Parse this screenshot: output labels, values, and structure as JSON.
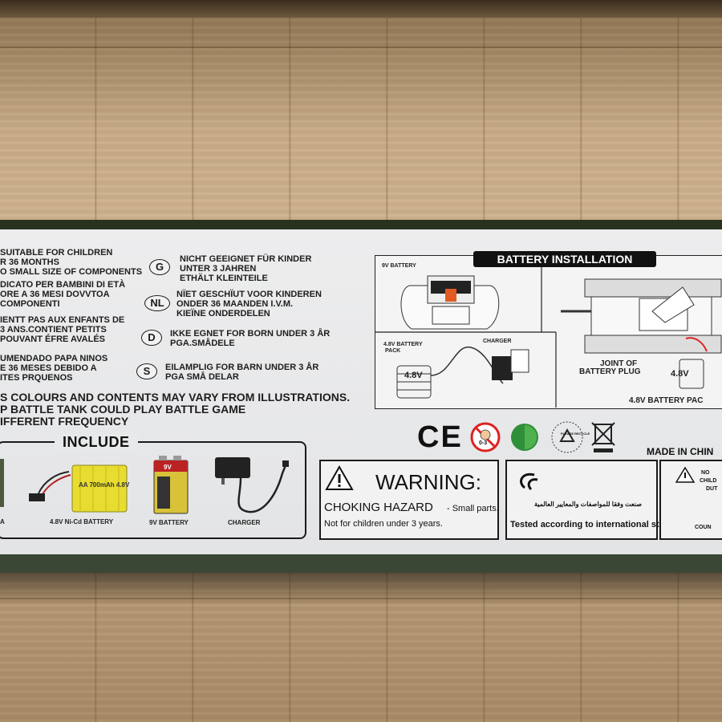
{
  "left_text": {
    "it_1": "SUITABLE FOR CHILDREN",
    "it_2": "R 36 MONTHS",
    "it_3": "O SMALL SIZE OF COMPONENTS",
    "it_4": "DICATO PER BAMBINI DI ETÀ",
    "it_5": "ORE A 36 MESI DOVVTOA",
    "it_6": "COMPONENTI",
    "fr_1": "IENTT PAS AUX ENFANTS DE",
    "fr_2": "3 ANS.CONTIENT PETITS",
    "fr_3": "POUVANT ÉFRE AVALÉS",
    "es_1": "UMENDADO PAPA NINOS",
    "es_2": "E 36 MESES DEBIDO A",
    "es_3": "ITES PRQUENOS"
  },
  "languages": [
    {
      "code": "G",
      "lines": [
        "NICHT GEEIGNET FÜR KINDER",
        "UNTER 3 JAHREN",
        "ETHÄLT KLEINTEILE"
      ]
    },
    {
      "code": "NL",
      "lines": [
        "NÏET GESCHÏUT VOOR KINDEREN",
        "ONDER 36 MAANDEN I.V.M.",
        "KIEÏNE ONDERDELEN"
      ]
    },
    {
      "code": "D",
      "lines": [
        "IKKE EGNET FOR BORN UNDER 3 ÅR",
        "PGA.SMÅDELE"
      ]
    },
    {
      "code": "S",
      "lines": [
        "EILAMPLIG FOR BARN UNDER 3 ÅR",
        "PGA SMÅ DELAR"
      ]
    }
  ],
  "notice": {
    "line1": "S COLOURS AND CONTENTS MAY VARY FROM ILLUSTRATIONS.",
    "line2": "P BATTLE TANK COULD PLAY BATTLE GAME",
    "line3": "IFFERENT FREQUENCY"
  },
  "include": {
    "title": "INCLUDE",
    "battery_text": "AA 700mAh 4.8V",
    "nine_volt_text": "9V",
    "labels": [
      "A",
      "4.8V Ni-Cd BATTERY",
      "9V BATTERY",
      "CHARGER"
    ]
  },
  "battery_installation": {
    "title": "BATTERY INSTALLATION",
    "nine_v_battery": "9V BATTERY",
    "pack_label_1": "4.8V BATTERY",
    "pack_label_2": "PACK",
    "charger": "CHARGER",
    "pack_text": "4.8V",
    "joint_1": "JOINT OF",
    "joint_2": "BATTERY PLUG",
    "pack_bottom": "4.8V BATTERY PAC"
  },
  "certifications": {
    "ce": "CE",
    "age": "0-3",
    "recycle_text": "PLEASE RECYCLE",
    "made_in": "MADE IN CHIN"
  },
  "warning": {
    "title": "WARNING:",
    "hazard": "CHOKING HAZARD",
    "small_parts": "- Small parts.",
    "not_for": "Not for children under 3 years."
  },
  "arabic_box": {
    "arabic": "صنعت وفقا للمواصفات والمعايير العالمية",
    "tested": "Tested according to international standards"
  },
  "right_box": {
    "no": "NO",
    "chil": "CHILD",
    "dut": "DUT",
    "coun": "COUN"
  },
  "colors": {
    "box_green": "#2f3a2a",
    "panel": "#e6e7e9",
    "ink": "#1d1d1d"
  }
}
